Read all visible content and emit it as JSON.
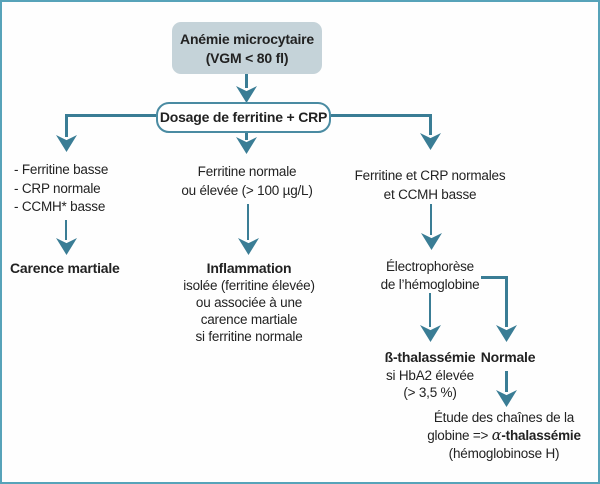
{
  "palette": {
    "teal": "#3A7D95",
    "frame_border": "#57A3B9",
    "root_box_fill": "#C5D3D9",
    "test_box_border": "#4A8BA2",
    "text": "#222222"
  },
  "nodes": {
    "root": {
      "lines": [
        "Anémie microcytaire",
        "(VGM < 80 fl)"
      ]
    },
    "test": {
      "label": "Dosage de ferritine + CRP"
    },
    "left_criteria": {
      "lines": [
        "- Ferritine basse",
        "- CRP normale",
        "- CCMH* basse"
      ]
    },
    "middle_criteria": {
      "lines": [
        "Ferritine normale",
        "ou élevée (> 100 µg/L)"
      ]
    },
    "right_criteria": {
      "lines": [
        "Ferritine et CRP normales",
        "et CCMH basse"
      ]
    },
    "left_result": {
      "title": "Carence martiale"
    },
    "middle_result": {
      "title": "Inflammation",
      "lines": [
        "isolée (ferritine élevée)",
        "ou associée à une",
        "carence martiale",
        "si ferritine normale"
      ]
    },
    "electrophoresis": {
      "lines": [
        "Électrophorèse",
        "de l’hémoglobine"
      ]
    },
    "beta_thal": {
      "title": "ß-thalassémie",
      "lines": [
        "si HbA2 élevée",
        "(> 3,5 %)"
      ]
    },
    "normal": {
      "title": "Normale"
    },
    "alpha_followup": {
      "line1": "Étude des chaînes de la",
      "line2_pre": "globine => ",
      "line2_alpha": "α",
      "line2_bold": "-thalassémie",
      "line3": "(hémoglobinose H)"
    }
  }
}
